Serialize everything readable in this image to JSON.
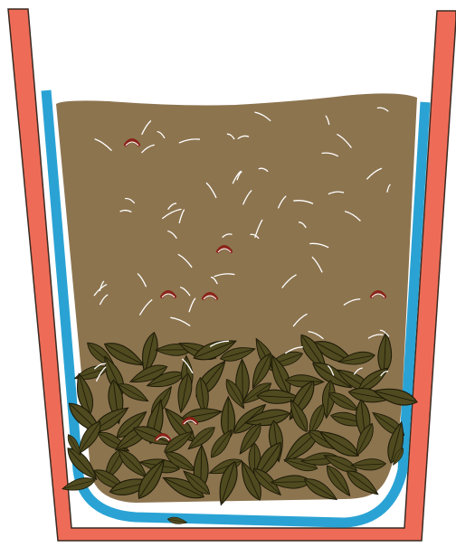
{
  "diagram": {
    "colors": {
      "container": "#ee6c57",
      "container_stroke": "#3a2a22",
      "liner": "#2aa3d4",
      "soil": "#8c744f",
      "leaves": "#4f4a1f",
      "leaf_vein": "#1d1a08",
      "fiber": "#ffffff",
      "worm": "#8a2318"
    },
    "parts": [
      "container",
      "liner",
      "soil-layer",
      "leaf-layer"
    ]
  }
}
